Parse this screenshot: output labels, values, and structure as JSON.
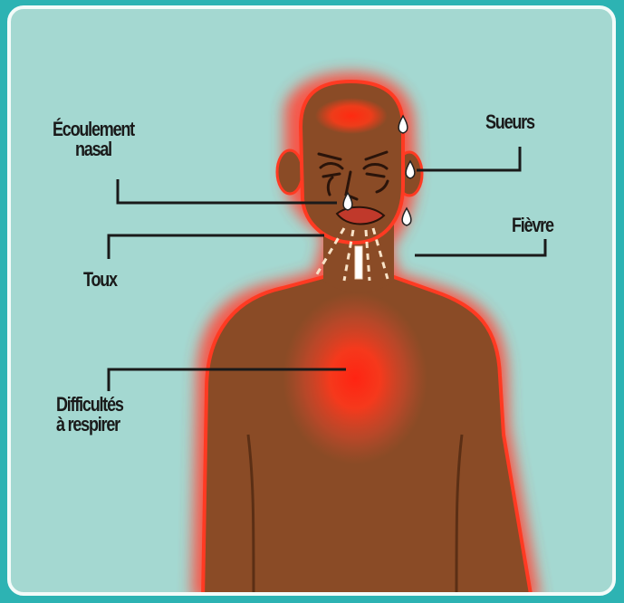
{
  "labels": {
    "runny_nose": [
      "Écoulement",
      "nasal"
    ],
    "sweats": "Sueurs",
    "fever": "Fièvre",
    "cough": "Toux",
    "breathing": [
      "Difficultés",
      "à respirer"
    ]
  },
  "colors": {
    "background": "#a4d8d1",
    "border": "#2db3b3",
    "skin": "#8a4b26",
    "glow": "#e8321e",
    "leader_line": "#1a1a1a"
  }
}
